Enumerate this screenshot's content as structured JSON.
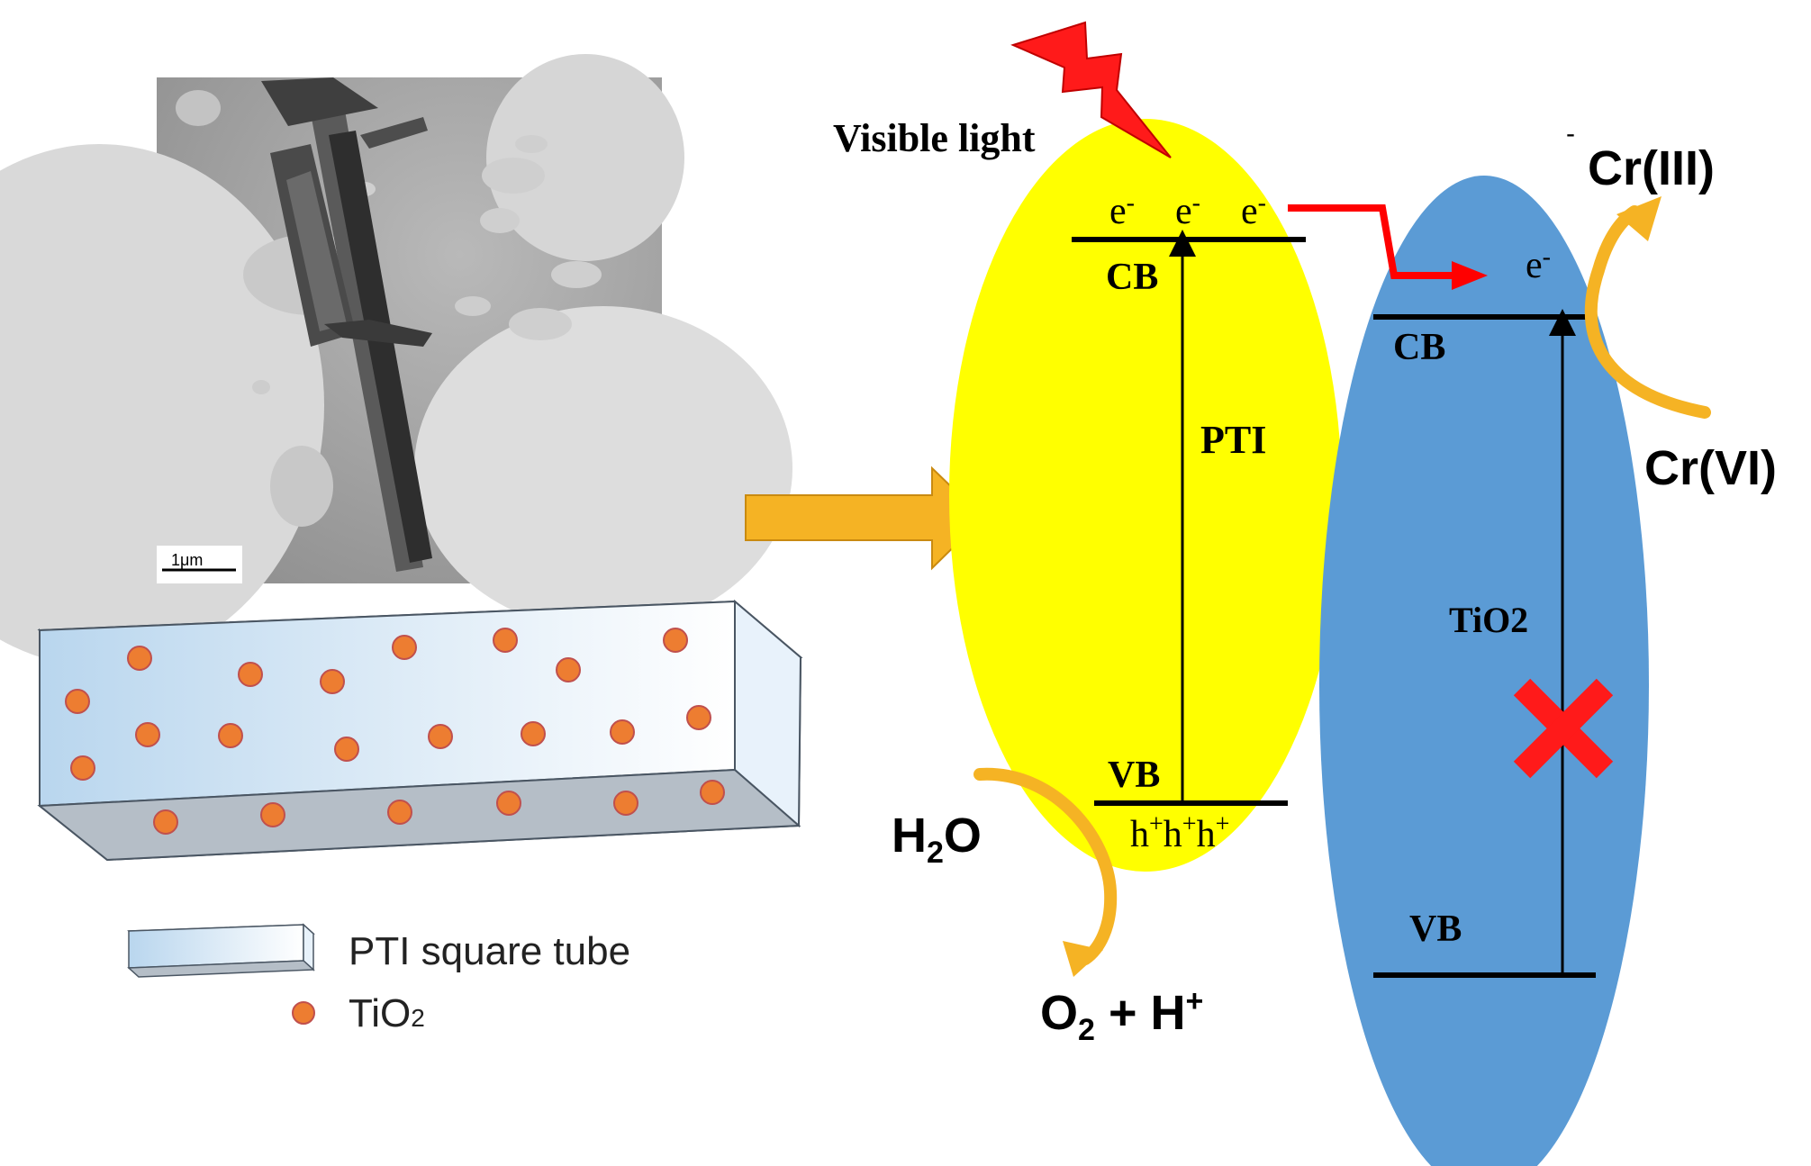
{
  "micrograph": {
    "scale_bar": "1μm"
  },
  "legend": {
    "tube_label": "PTI square tube",
    "particle_label": "TiO",
    "particle_sub": "2"
  },
  "labels": {
    "light": "Visible light",
    "pti_name": "PTI",
    "tio2_name": "TiO2",
    "cb": "CB",
    "vb": "VB",
    "electron": "e",
    "minus": "-",
    "hole": "h",
    "plus": "+",
    "cr3": "Cr(III)",
    "cr6": "Cr(VI)",
    "cr3_minus": "-",
    "h2o_h": "H",
    "h2o_sub": "2",
    "h2o_o": "O",
    "o2_o": "O",
    "o2_sub": "2",
    "o2_rest": " + H",
    "o2_plus": "+"
  },
  "colors": {
    "pti": "#ffff00",
    "tio2": "#5b9bd5",
    "arrow_orange": "#f5b324",
    "electron_path": "#ff0000",
    "particle": "#ed7d31",
    "tube_face": "#cfe3f3"
  }
}
